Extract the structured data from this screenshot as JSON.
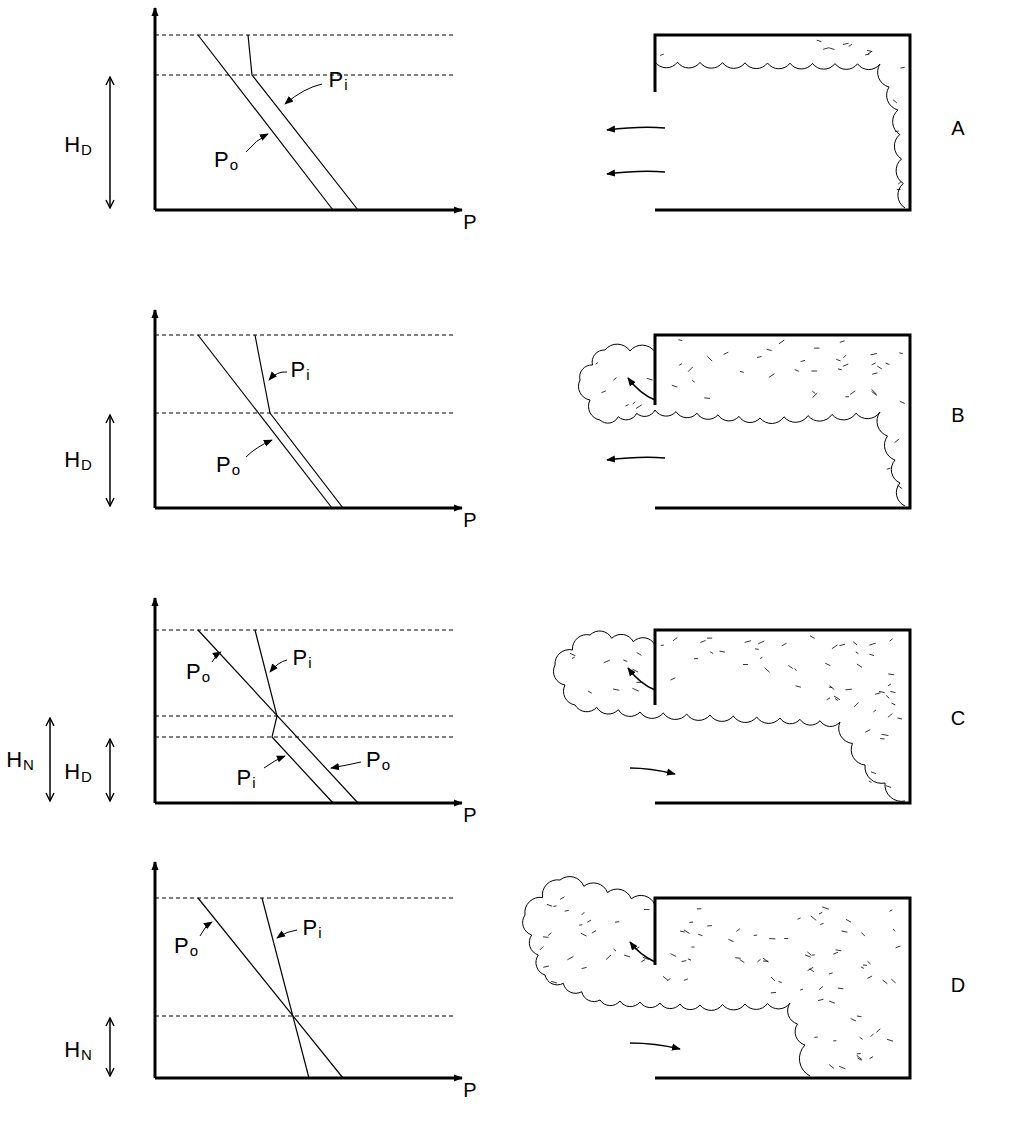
{
  "diagram": {
    "labels": [
      "HD",
      "Po",
      "Pi",
      "P",
      "A",
      "Pi",
      "HD",
      "Po",
      "P",
      "B",
      "HN",
      "HD",
      "Po",
      "Pi",
      "Pi",
      "Po",
      "P",
      "C",
      "Po",
      "Pi",
      "HN",
      "P",
      "D"
    ]
  }
}
